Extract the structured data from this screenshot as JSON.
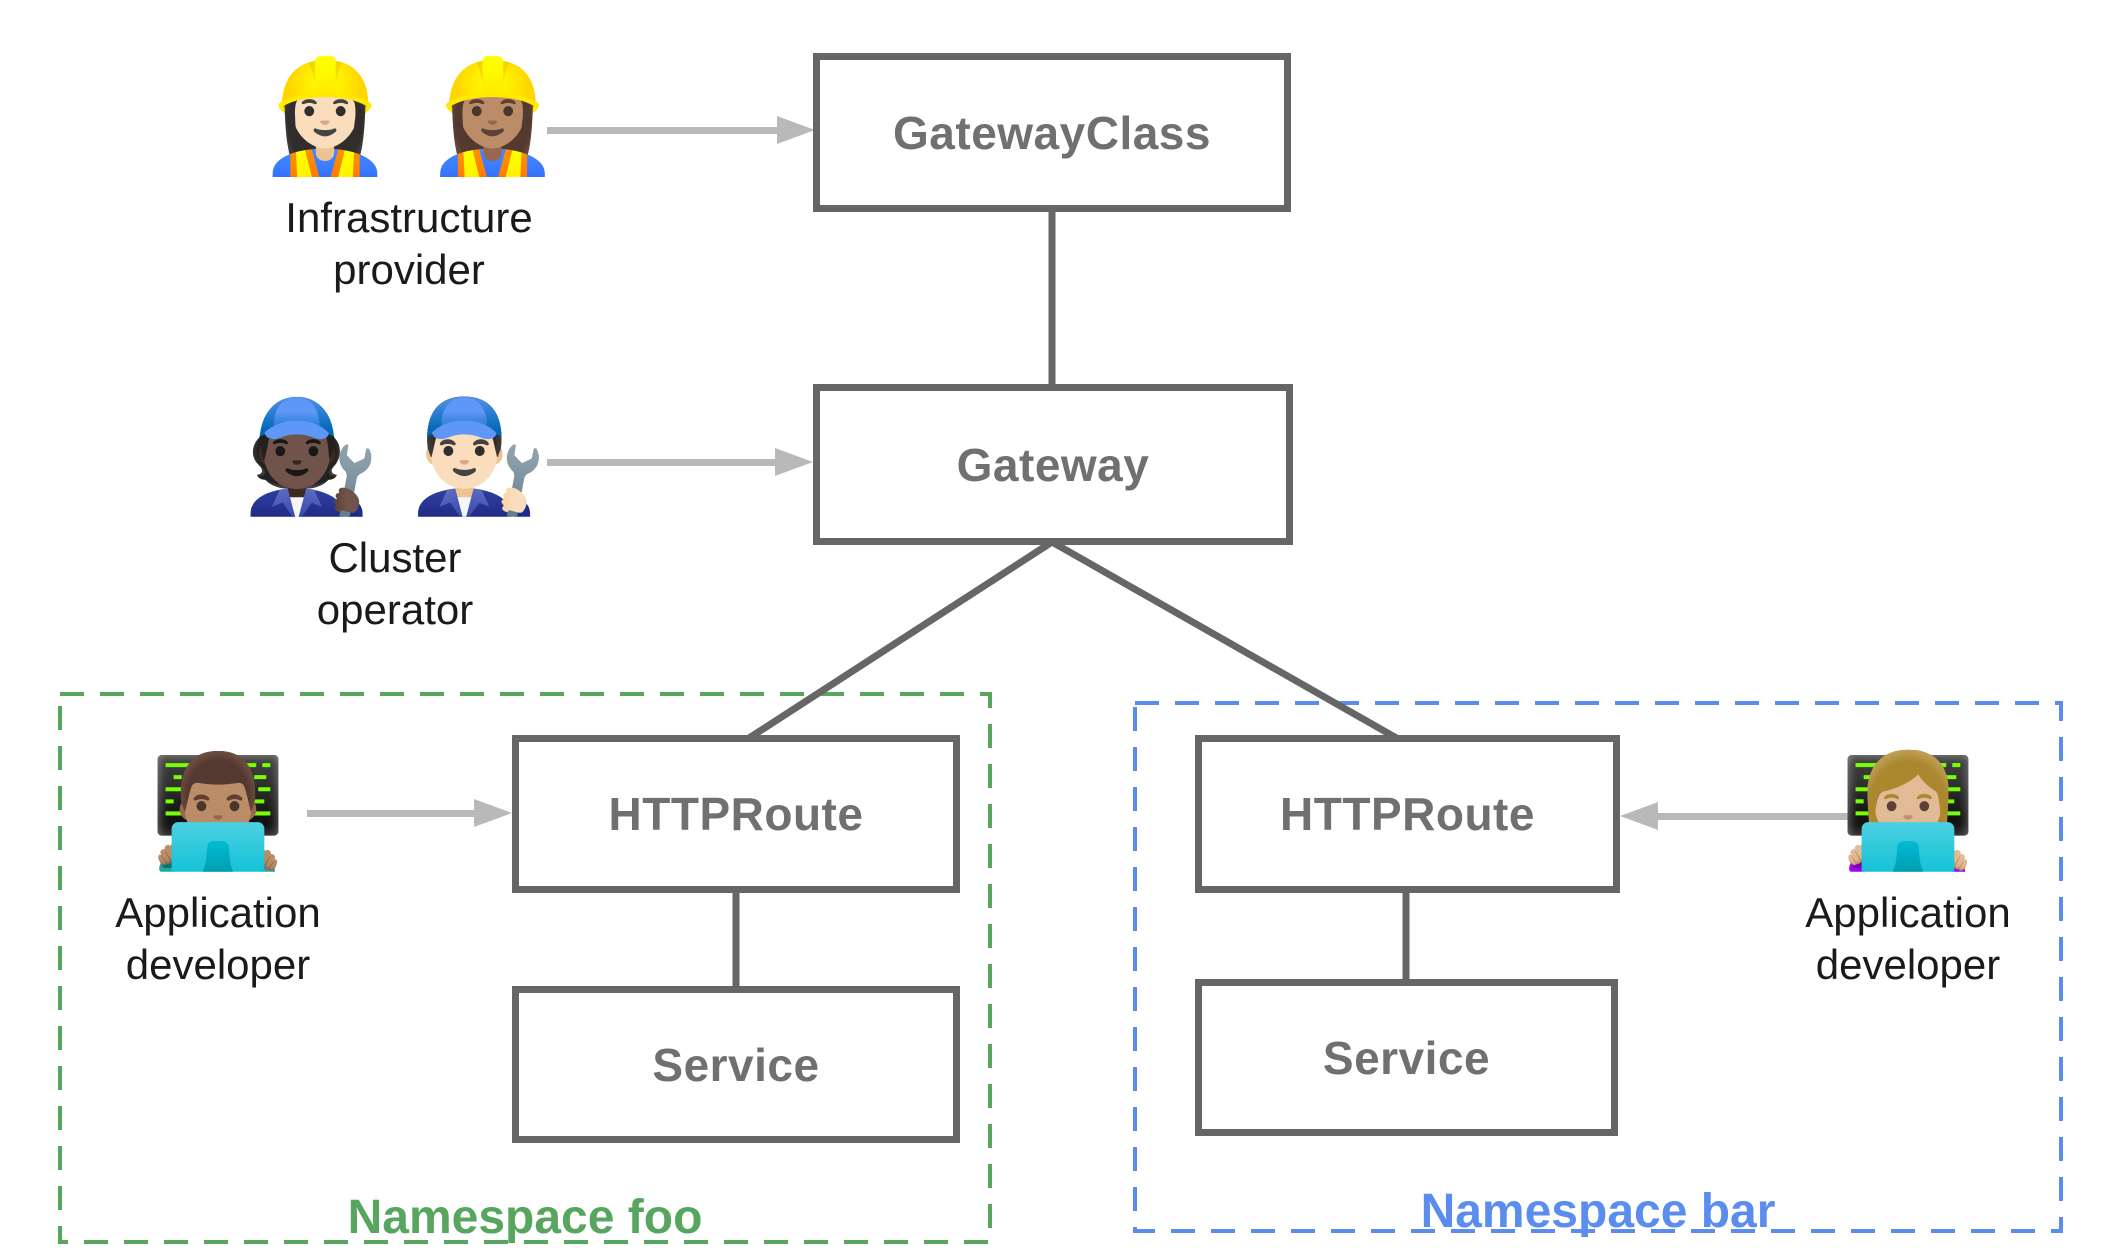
{
  "nodes": {
    "gateway_class": {
      "label": "GatewayClass"
    },
    "gateway": {
      "label": "Gateway"
    },
    "httproute_foo": {
      "label": "HTTPRoute"
    },
    "service_foo": {
      "label": "Service"
    },
    "httproute_bar": {
      "label": "HTTPRoute"
    },
    "service_bar": {
      "label": "Service"
    }
  },
  "personas": {
    "infrastructure_provider": {
      "emojis": "👷🏻‍♀️ 👷🏽‍♀️",
      "line1": "Infrastructure",
      "line2": "provider"
    },
    "cluster_operator": {
      "emojis": "🧑🏿‍🔧 👨🏻‍🔧",
      "line1": "Cluster",
      "line2": "operator"
    },
    "app_developer_foo": {
      "emojis": "👨🏽‍💻",
      "line1": "Application",
      "line2": "developer"
    },
    "app_developer_bar": {
      "emojis": "👩🏼‍💻",
      "line1": "Application",
      "line2": "developer"
    }
  },
  "namespaces": {
    "foo": {
      "label": "Namespace foo",
      "color": "#57a55e"
    },
    "bar": {
      "label": "Namespace bar",
      "color": "#5b8def"
    }
  },
  "edges": [
    {
      "from": "gateway_class",
      "to": "gateway",
      "type": "line"
    },
    {
      "from": "gateway",
      "to": "httproute_foo",
      "type": "line"
    },
    {
      "from": "gateway",
      "to": "httproute_bar",
      "type": "line"
    },
    {
      "from": "httproute_foo",
      "to": "service_foo",
      "type": "line"
    },
    {
      "from": "httproute_bar",
      "to": "service_bar",
      "type": "line"
    },
    {
      "from": "infrastructure_provider",
      "to": "gateway_class",
      "type": "arrow"
    },
    {
      "from": "cluster_operator",
      "to": "gateway",
      "type": "arrow"
    },
    {
      "from": "app_developer_foo",
      "to": "httproute_foo",
      "type": "arrow"
    },
    {
      "from": "app_developer_bar",
      "to": "httproute_bar",
      "type": "arrow"
    }
  ],
  "colors": {
    "node_border": "#666666",
    "node_text": "#707070",
    "connector": "#666666",
    "arrow": "#b9b9b9",
    "persona_text": "#1a1a1a",
    "namespace_foo": "#57a55e",
    "namespace_bar": "#5b8def"
  }
}
